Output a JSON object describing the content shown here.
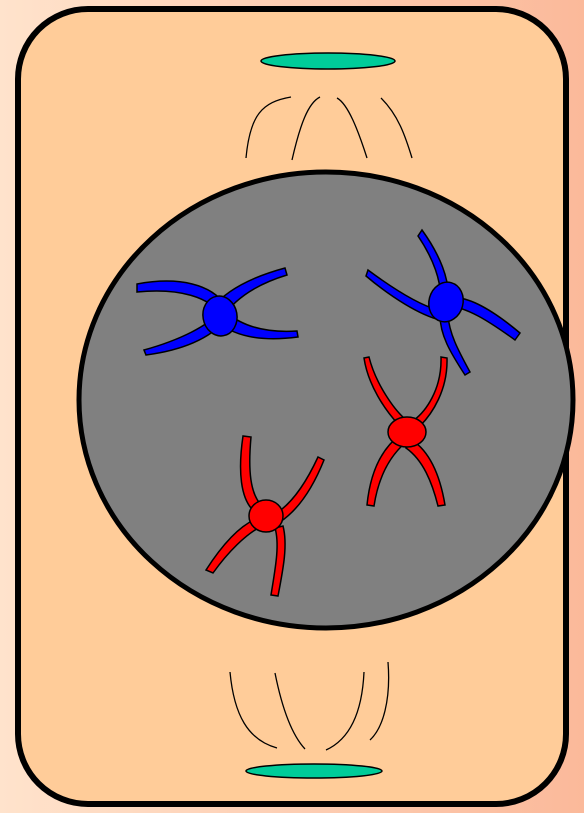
{
  "diagram": {
    "type": "cell-division-prophase-I",
    "colors": {
      "background_light": "#ffe3cc",
      "background_dark": "#fbb99a",
      "cell_fill": "#ffcc99",
      "cell_outline": "#000000",
      "nucleus_fill": "#808080",
      "centrosome_fill": "#00cc99",
      "chromosome_blue": "#0000ff",
      "chromosome_red": "#ff0000",
      "spindle_fiber": "#000000"
    },
    "elements": {
      "cell": "cell-membrane",
      "nucleus": "nuclear-envelope",
      "centrosomes": [
        "centrosome-top",
        "centrosome-bottom"
      ],
      "spindle_groups": [
        "spindle-fibers-top",
        "spindle-fibers-bottom"
      ],
      "chromosome_pairs": [
        {
          "id": "blue-tetrad-left",
          "color": "blue"
        },
        {
          "id": "blue-tetrad-right",
          "color": "blue"
        },
        {
          "id": "red-tetrad-left",
          "color": "red"
        },
        {
          "id": "red-tetrad-right",
          "color": "red"
        }
      ]
    }
  }
}
